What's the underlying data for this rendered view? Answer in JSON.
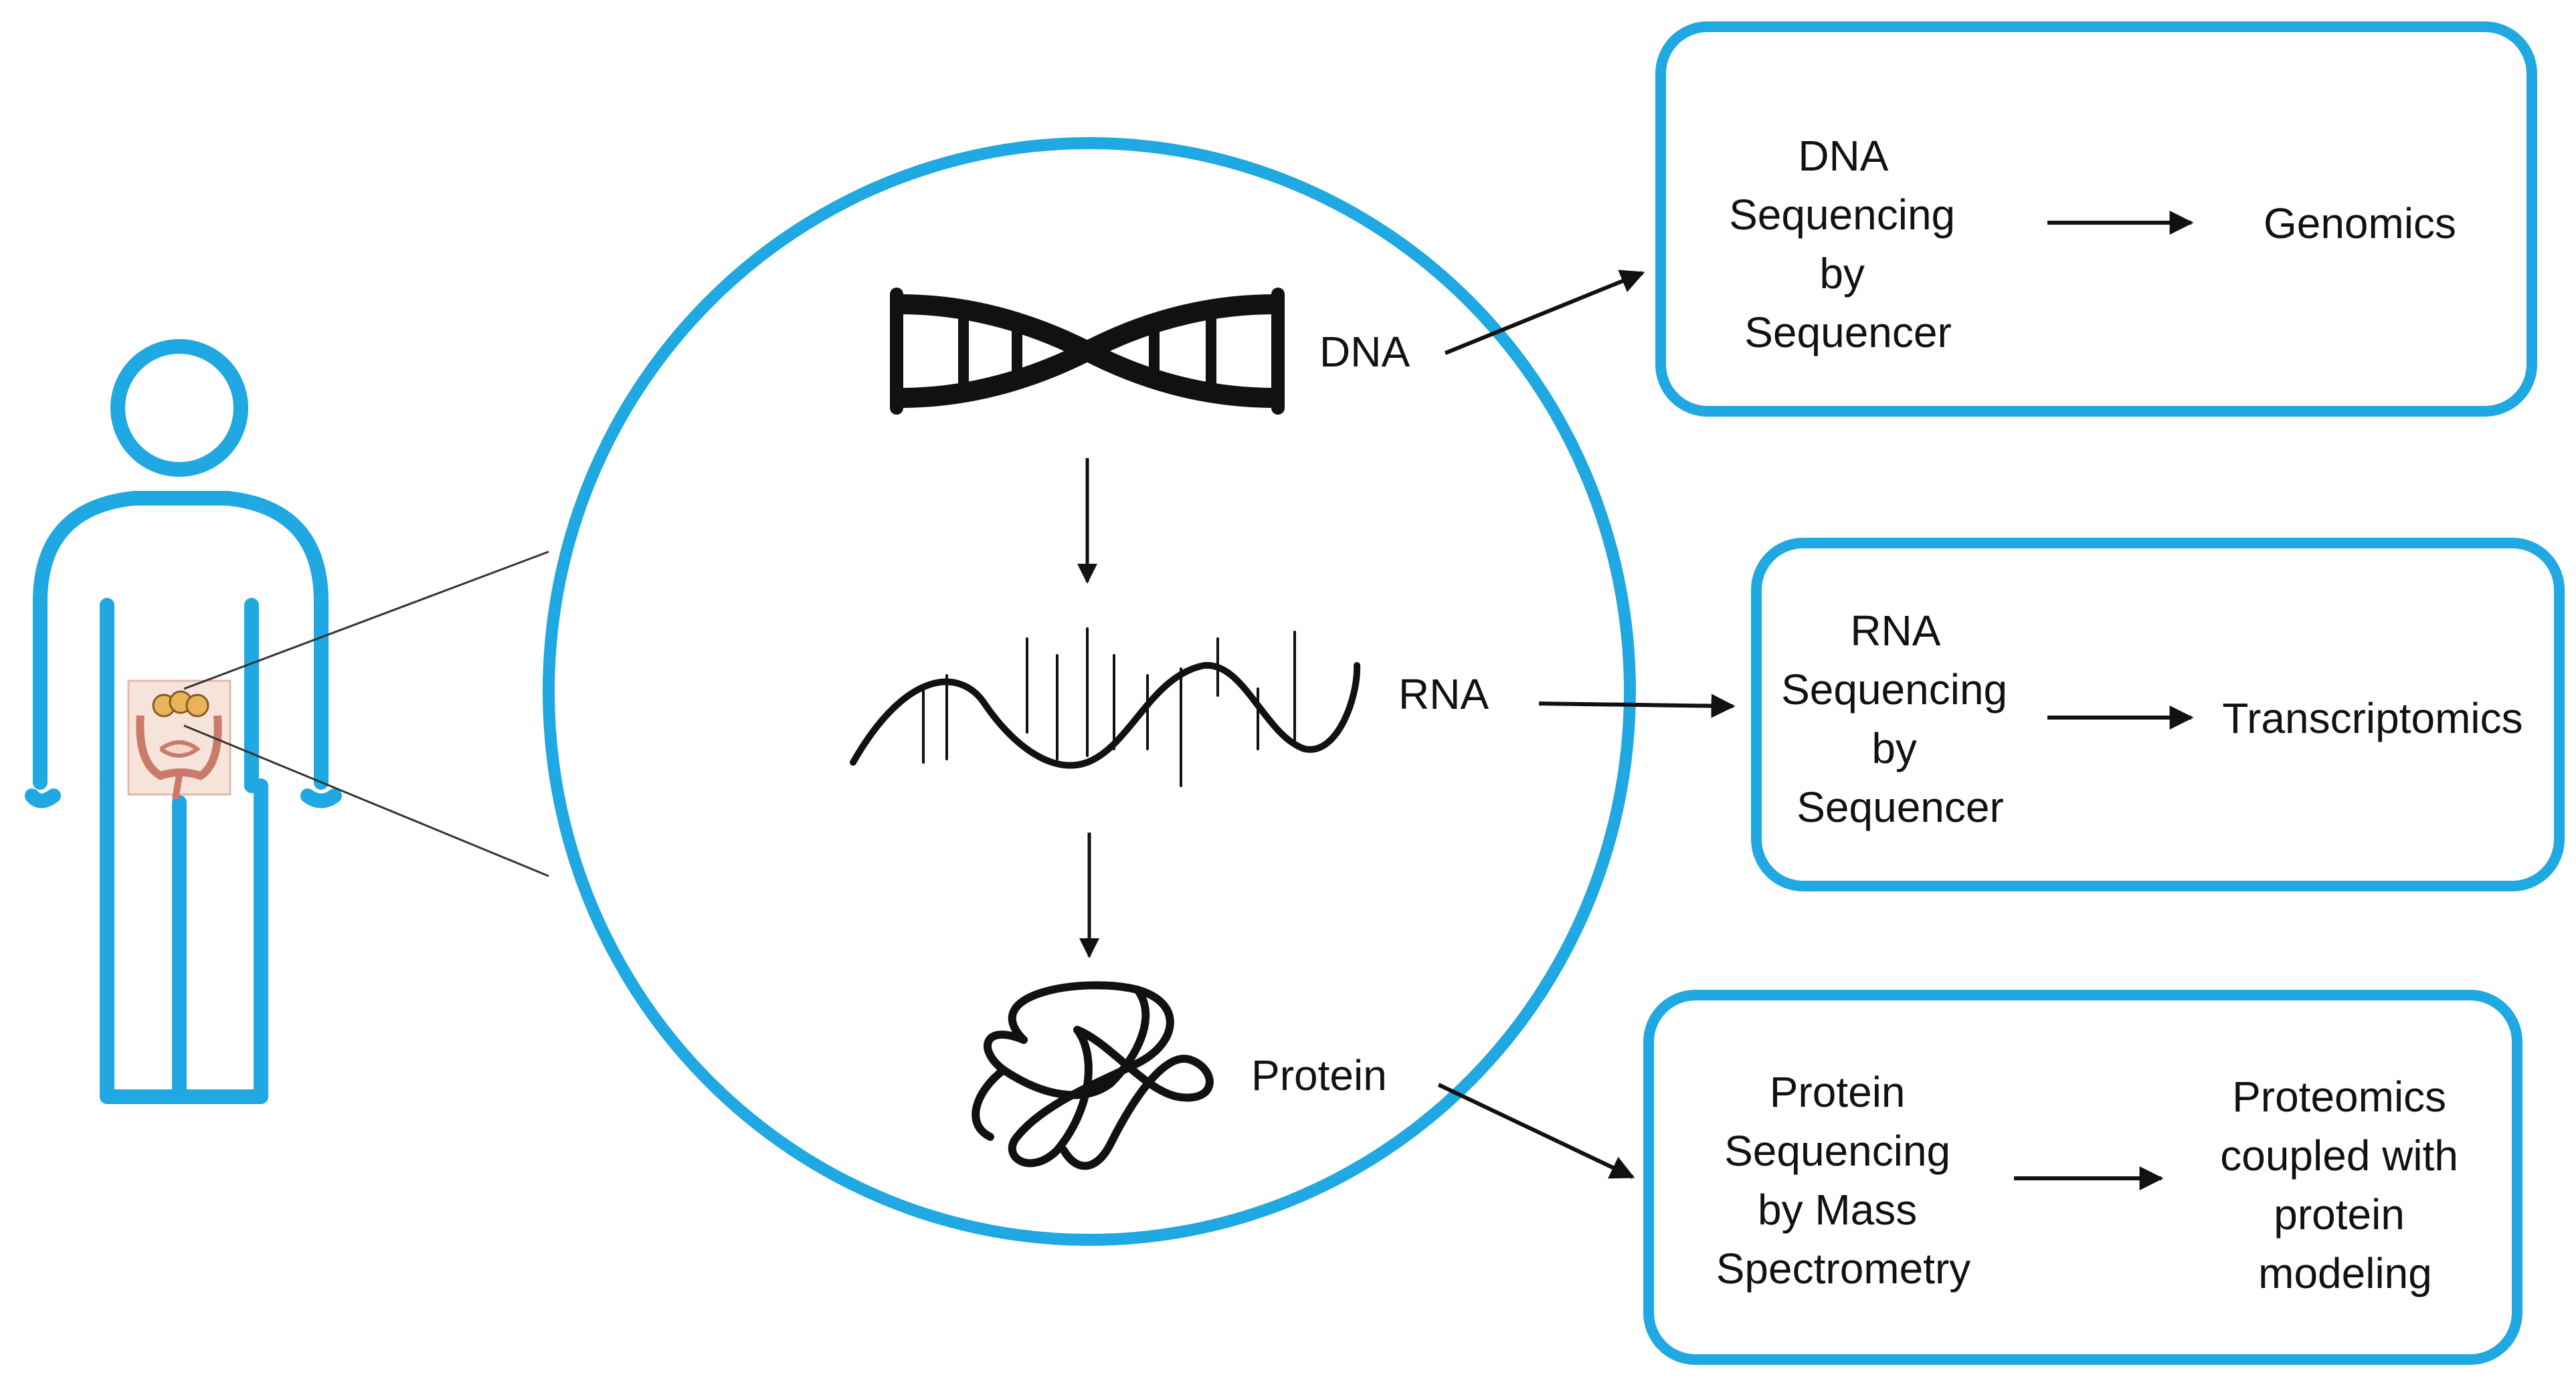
{
  "colors": {
    "accent": "#1fa8e1",
    "ink": "#111111",
    "organ_fill": "#f3d7c8",
    "organ_stroke": "#c97a6a",
    "organ_highlight": "#e9b35a"
  },
  "icons": {
    "person": "person-outline-icon",
    "organ": "colon-organ-icon",
    "dna": "dna-double-helix-icon",
    "rna": "rna-strand-icon",
    "protein": "protein-tangle-icon"
  },
  "cell": {
    "dna_label": "DNA",
    "rna_label": "RNA",
    "protein_label": "Protein"
  },
  "boxes": {
    "dna": {
      "method_lines": [
        "DNA",
        "Sequencing",
        "by",
        "Sequencer"
      ],
      "result_lines": [
        "Genomics"
      ]
    },
    "rna": {
      "method_lines": [
        "RNA",
        "Sequencing",
        "by",
        "Sequencer"
      ],
      "result_lines": [
        "Transcriptomics"
      ]
    },
    "protein": {
      "method_lines": [
        "Protein",
        "Sequencing",
        "by Mass",
        "Spectrometry"
      ],
      "result_lines": [
        "Proteomics",
        "coupled with",
        "protein",
        "modeling"
      ]
    }
  }
}
